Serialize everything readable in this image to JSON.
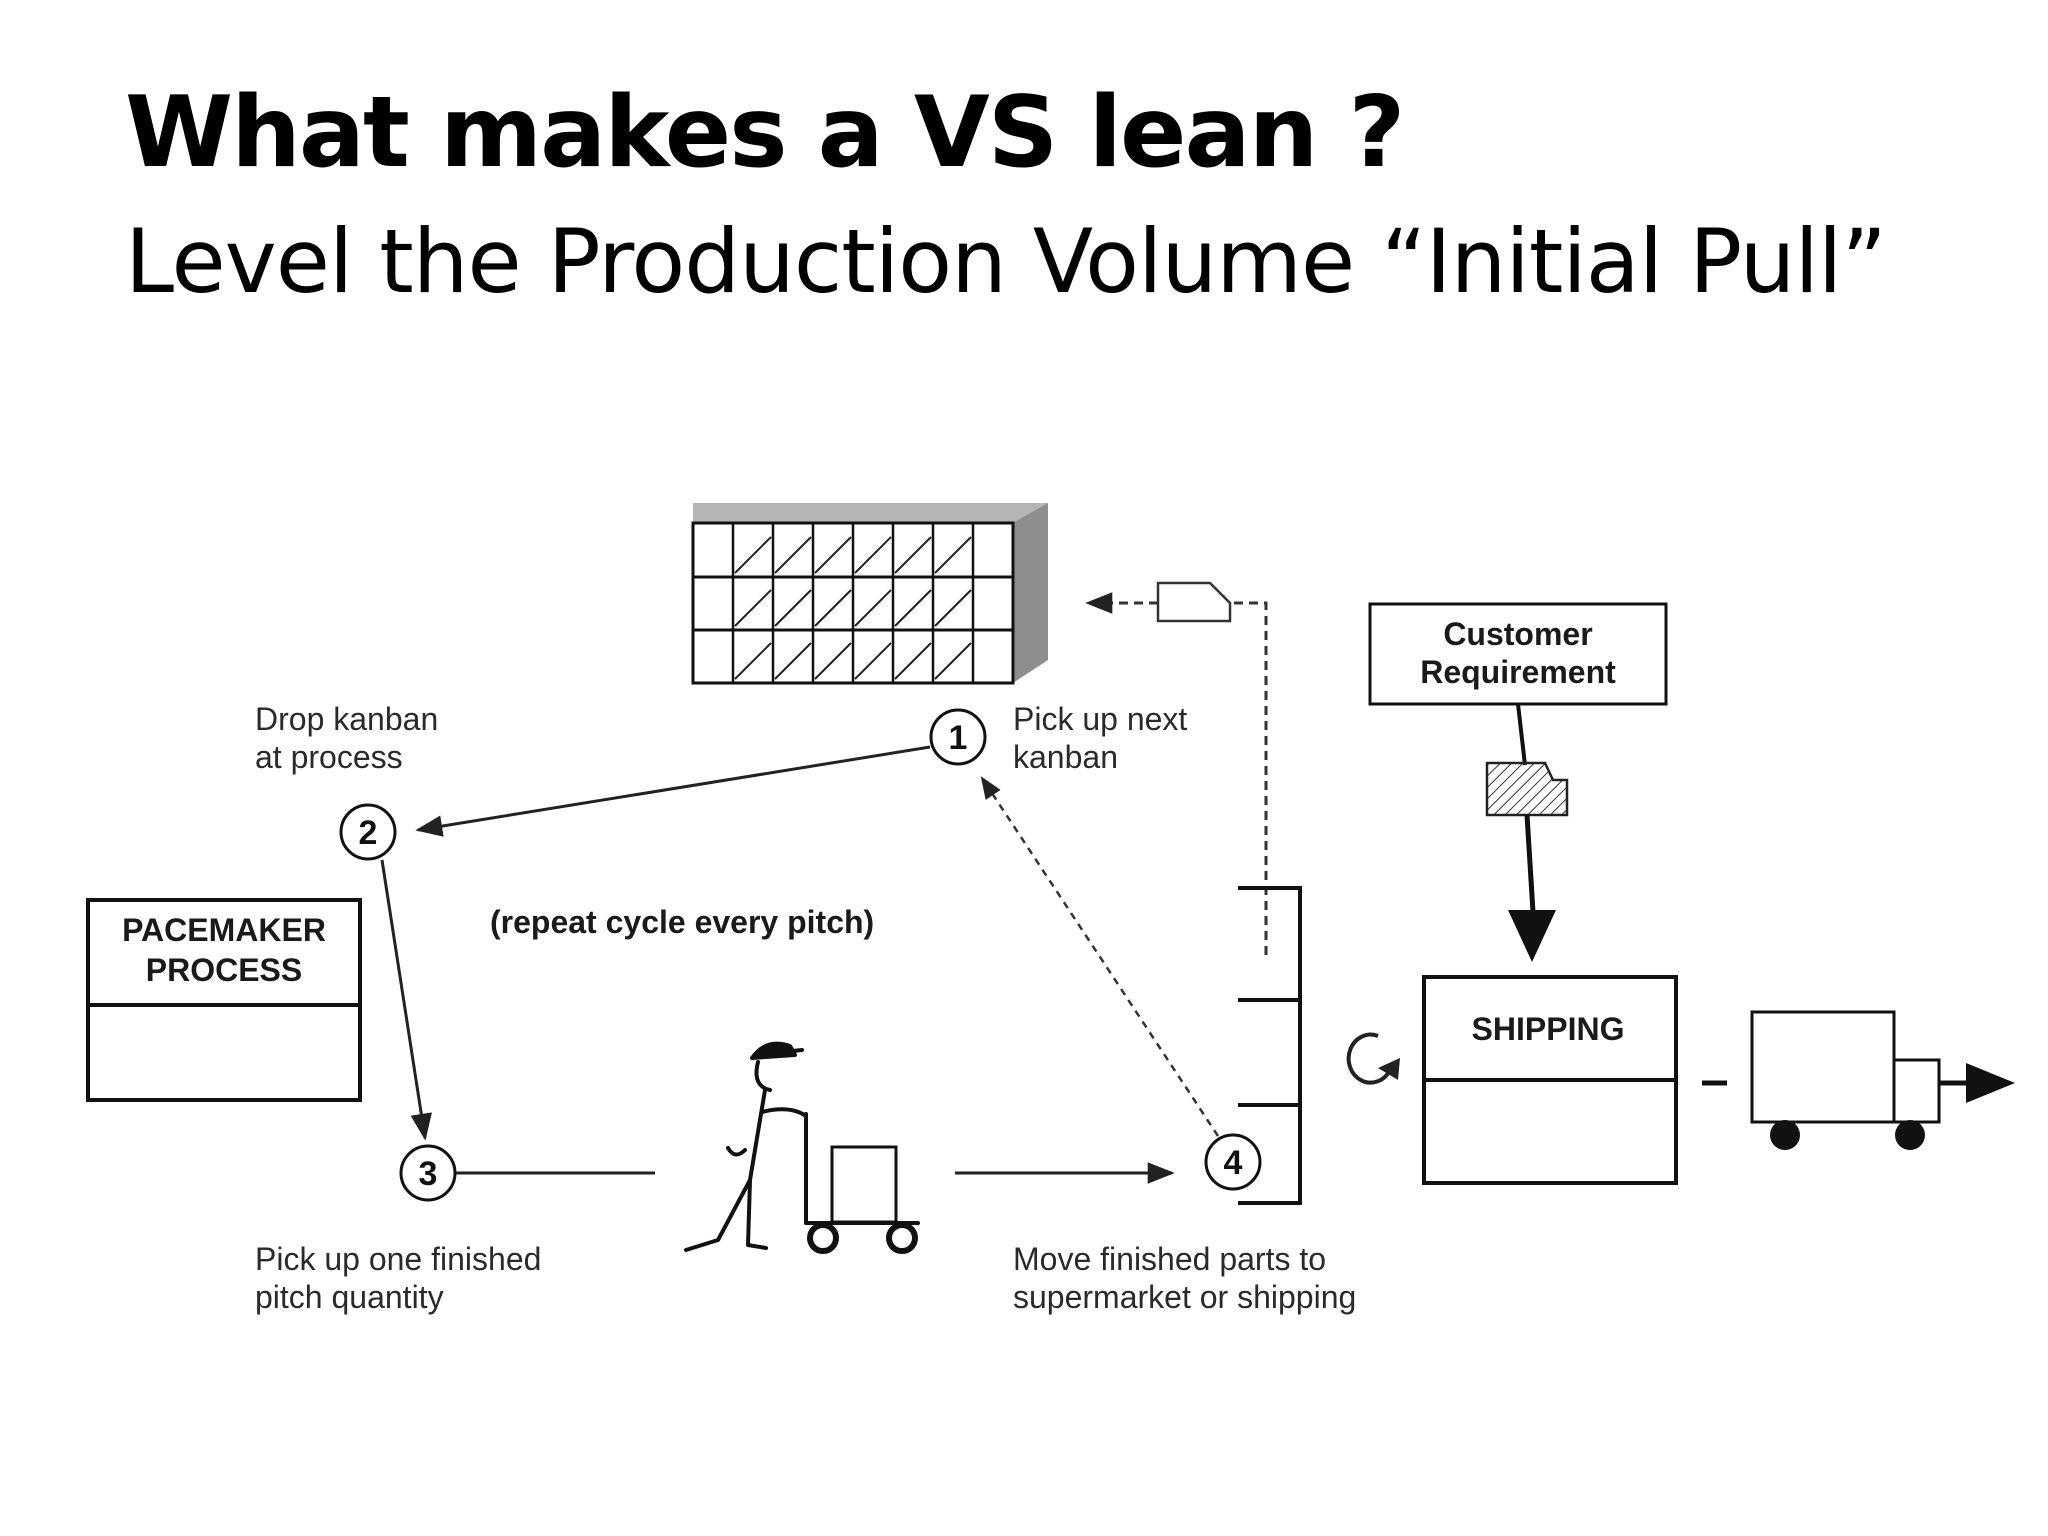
{
  "slide": {
    "title": "What makes a VS lean ?",
    "subtitle": "Level the Production Volume “Initial Pull”"
  },
  "diagram": {
    "pacemaker_label": [
      "PACEMAKER",
      "PROCESS"
    ],
    "shipping_label": "SHIPPING",
    "customer_label": [
      "Customer",
      "Requirement"
    ],
    "cycle_note": "(repeat cycle every pitch)",
    "steps": [
      {
        "number": "1",
        "text": [
          "Pick up next",
          "kanban"
        ]
      },
      {
        "number": "2",
        "text": [
          "Drop kanban",
          "at process"
        ]
      },
      {
        "number": "3",
        "text": [
          "Pick up one finished",
          "pitch quantity"
        ]
      },
      {
        "number": "4",
        "text": [
          "Move finished parts to",
          "supermarket or shipping"
        ]
      }
    ],
    "icons": [
      "heijunka-box-icon",
      "kanban-card-icon",
      "material-handler-icon",
      "cart-icon",
      "shipment-batch-icon",
      "supermarket-icon",
      "cycle-arrow-icon",
      "truck-icon",
      "push-arrow-icon"
    ]
  }
}
